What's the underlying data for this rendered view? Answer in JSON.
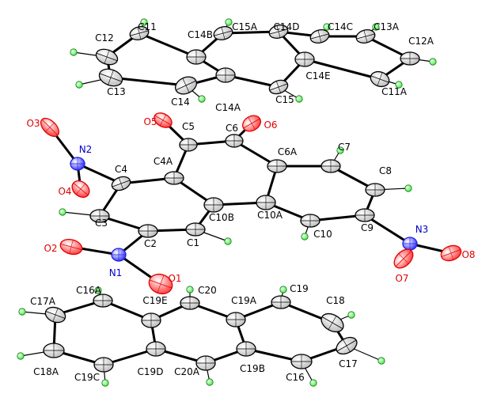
{
  "atoms": [
    {
      "label": "C11",
      "element": "C"
    },
    {
      "label": "C15A",
      "element": "C"
    },
    {
      "label": "C14D",
      "element": "C"
    },
    {
      "label": "C14C",
      "element": "C"
    },
    {
      "label": "C13A",
      "element": "C"
    },
    {
      "label": "C12",
      "element": "C"
    },
    {
      "label": "C14B",
      "element": "C"
    },
    {
      "label": "C12A",
      "element": "C"
    },
    {
      "label": "C13",
      "element": "C"
    },
    {
      "label": "C14",
      "element": "C"
    },
    {
      "label": "C14A",
      "element": "C"
    },
    {
      "label": "C15",
      "element": "C"
    },
    {
      "label": "C14E",
      "element": "C"
    },
    {
      "label": "C11A",
      "element": "C"
    },
    {
      "label": "O3",
      "element": "O"
    },
    {
      "label": "O5",
      "element": "O"
    },
    {
      "label": "C5",
      "element": "C"
    },
    {
      "label": "C6",
      "element": "C"
    },
    {
      "label": "O6",
      "element": "O"
    },
    {
      "label": "N2",
      "element": "N"
    },
    {
      "label": "C6A",
      "element": "C"
    },
    {
      "label": "C7",
      "element": "C"
    },
    {
      "label": "C4",
      "element": "C"
    },
    {
      "label": "C4A",
      "element": "C"
    },
    {
      "label": "C8",
      "element": "C"
    },
    {
      "label": "O4",
      "element": "O"
    },
    {
      "label": "C10B",
      "element": "C"
    },
    {
      "label": "C10A",
      "element": "C"
    },
    {
      "label": "C3",
      "element": "C"
    },
    {
      "label": "C10",
      "element": "C"
    },
    {
      "label": "C9",
      "element": "C"
    },
    {
      "label": "N3",
      "element": "N"
    },
    {
      "label": "C2",
      "element": "C"
    },
    {
      "label": "C1",
      "element": "C"
    },
    {
      "label": "O2",
      "element": "O"
    },
    {
      "label": "O8",
      "element": "O"
    },
    {
      "label": "N1",
      "element": "N"
    },
    {
      "label": "O7",
      "element": "O"
    },
    {
      "label": "O1",
      "element": "O"
    },
    {
      "label": "C16A",
      "element": "C"
    },
    {
      "label": "C20",
      "element": "C"
    },
    {
      "label": "C19",
      "element": "C"
    },
    {
      "label": "C17A",
      "element": "C"
    },
    {
      "label": "C19E",
      "element": "C"
    },
    {
      "label": "C19A",
      "element": "C"
    },
    {
      "label": "C18",
      "element": "C"
    },
    {
      "label": "C18A",
      "element": "C"
    },
    {
      "label": "C19C",
      "element": "C"
    },
    {
      "label": "C19D",
      "element": "C"
    },
    {
      "label": "C20A",
      "element": "C"
    },
    {
      "label": "C19B",
      "element": "C"
    },
    {
      "label": "C16",
      "element": "C"
    },
    {
      "label": "C17",
      "element": "C"
    }
  ],
  "colors": {
    "carbon": "#ffffff",
    "oxygen": "#e00000",
    "nitrogen": "#2020e0",
    "hydrogen": "#66ff66",
    "bond": "#000000"
  }
}
